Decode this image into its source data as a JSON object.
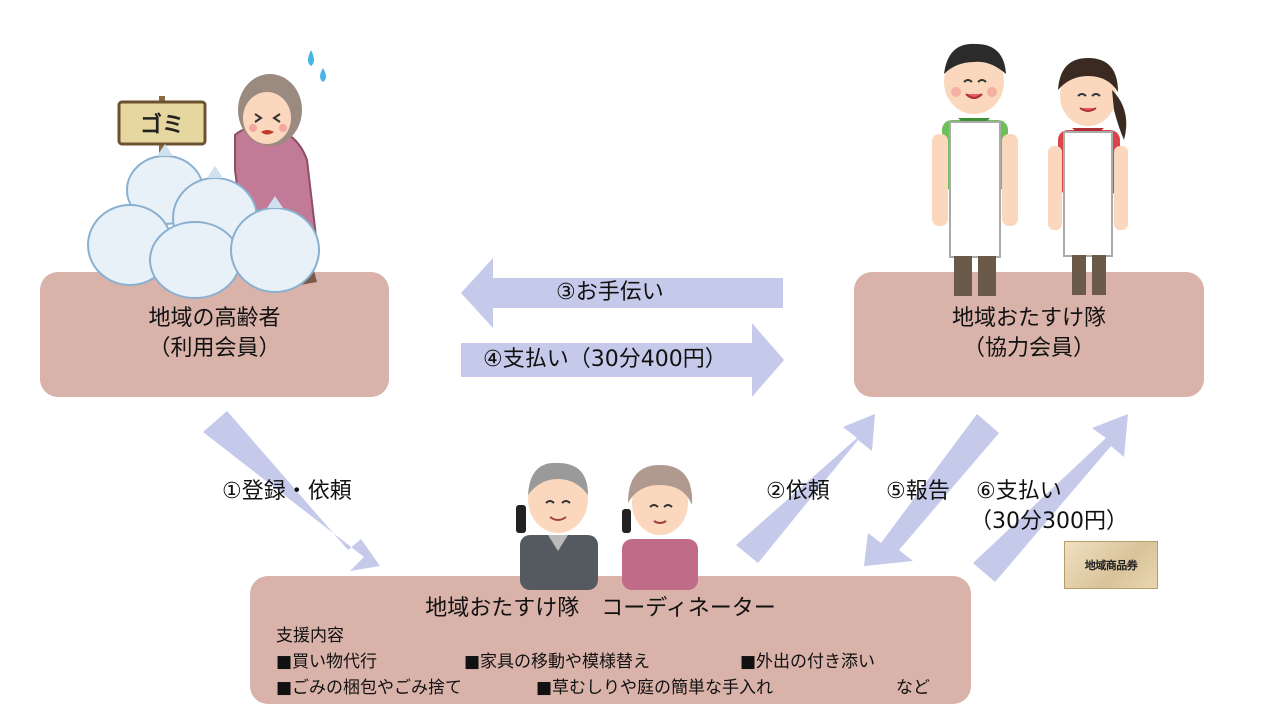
{
  "nodes": {
    "elderly": {
      "line1": "地域の高齢者",
      "line2": "（利用会員）"
    },
    "helpers": {
      "line1": "地域おたすけ隊",
      "line2": "（協力会員）"
    },
    "coordinator": {
      "title": "地域おたすけ隊　コーディネーター"
    }
  },
  "arrows": {
    "help": "③お手伝い",
    "payment_member": "④支払い（30分400円）",
    "register": "①登録・依頼",
    "request": "②依頼",
    "report": "⑤報告",
    "payment_helper": "⑥支払い",
    "payment_helper_amount": "（30分300円）"
  },
  "support": {
    "heading": "支援内容",
    "items": [
      "■買い物代行",
      "■家具の移動や模様替え",
      "■外出の付き添い",
      "■ごみの梱包やごみ捨て",
      "■草むしりや庭の簡単な手入れ"
    ],
    "etc": "など"
  },
  "sign_label": "ゴミ",
  "voucher_label": "地域商品券",
  "colors": {
    "box": "#d9b2a9",
    "arrow": "#c5c9ea"
  }
}
